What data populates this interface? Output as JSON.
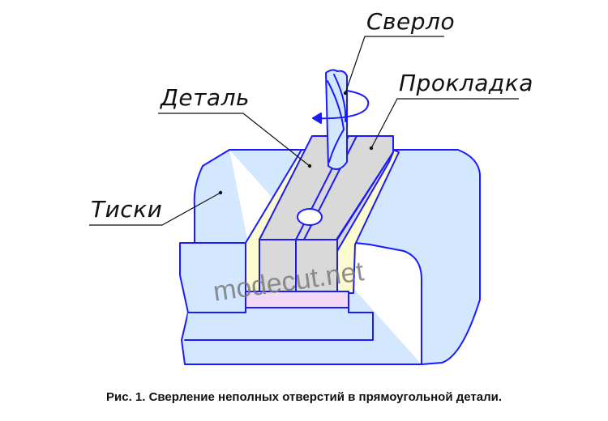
{
  "labels": {
    "drill": "Сверло",
    "part": "Деталь",
    "spacer": "Прокладка",
    "vise": "Тиски"
  },
  "watermark": "modecut.net",
  "caption": "Рис. 1. Сверление неполных отверстий в прямоугольной детали.",
  "colors": {
    "outline": "#1a1aff",
    "vise_fill": "#d3e7ff",
    "part_fill": "#d9d9d9",
    "spacer_fill": "#fdfbd0",
    "base_pad_fill": "#f1d9f7",
    "drill_fill": "#d3e7ff"
  }
}
